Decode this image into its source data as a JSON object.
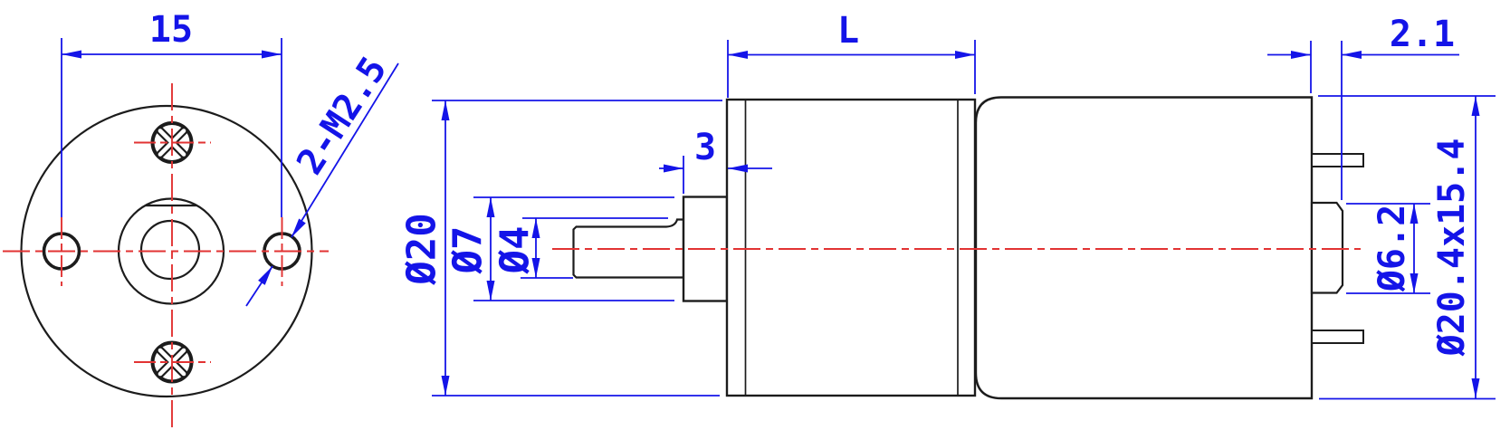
{
  "drawing": {
    "kind": "engineering dimension drawing, two views of a DC gear motor",
    "colors": {
      "dimension_blue": "#1414e8",
      "centerline_red": "#e23333",
      "part_outline": "#1c1c1c",
      "background": "#ffffff"
    },
    "labels": {
      "hole_spacing": "15",
      "mounting_holes": "2-M2.5",
      "gearbox_length": "L",
      "front_boss_length": "3",
      "gearbox_diameter": "Ø20",
      "front_boss_diameter": "Ø7",
      "shaft_diameter": "Ø4",
      "rear_boss_protrusion": "2.1",
      "rear_boss_diameter": "Ø6.2",
      "motor_body_size": "Ø20.4x15.4"
    }
  }
}
